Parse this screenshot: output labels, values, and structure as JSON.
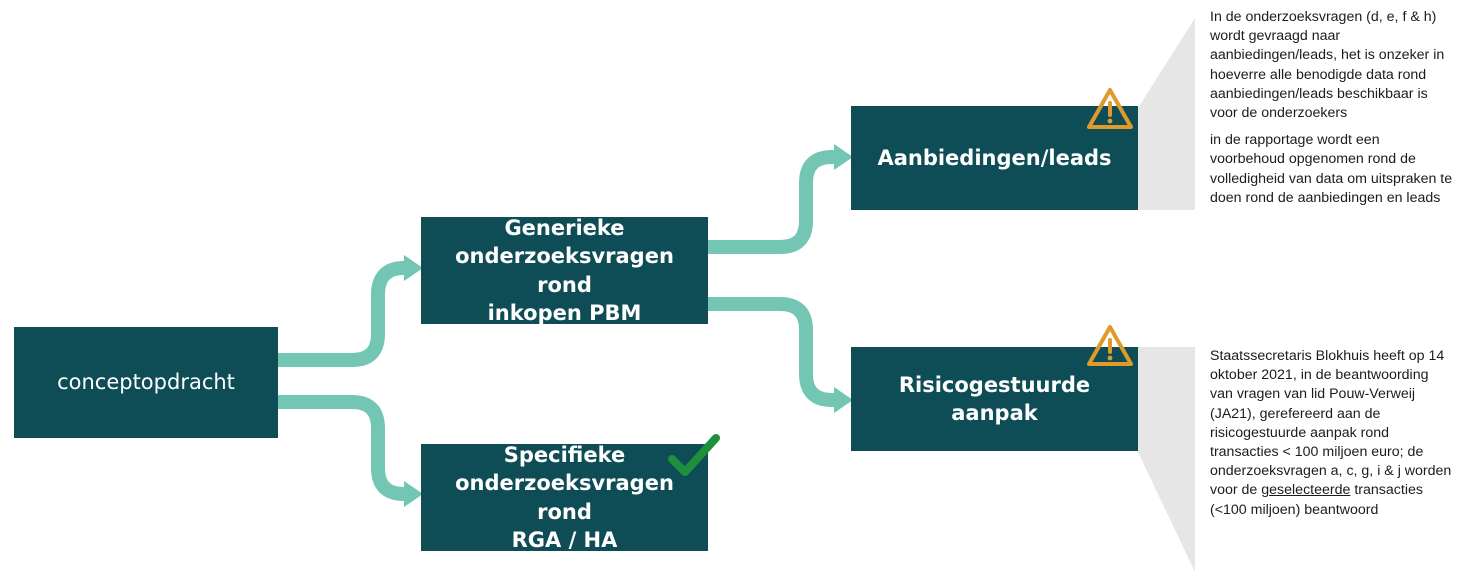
{
  "nodes": {
    "concept": {
      "lines": [
        "conceptopdracht"
      ]
    },
    "generic": {
      "lines": [
        "Generieke",
        "onderzoeksvragen rond",
        "inkopen PBM"
      ]
    },
    "specific": {
      "lines": [
        "Specifieke",
        "onderzoeksvragen rond",
        "RGA / HA"
      ]
    },
    "offers": {
      "lines": [
        "Aanbiedingen/leads"
      ]
    },
    "risk": {
      "lines": [
        "Risicogestuurde aanpak"
      ]
    }
  },
  "notes": {
    "offers": {
      "paragraph1": "In de onderzoeksvragen (d, e, f & h) wordt gevraagd naar aanbiedingen/leads, het is onzeker in hoeverre alle benodigde data rond aanbiedingen/leads beschikbaar is voor de onderzoekers",
      "paragraph2": "in de rapportage wordt een voorbehoud opgenomen rond de volledigheid van data om uitspraken te doen rond de aanbiedingen en leads"
    },
    "risk": {
      "before": "Staatssecretaris Blokhuis heeft op 14 oktober 2021, in de beantwoording van vragen van lid Pouw-Verweij (JA21), gerefereerd aan de risicogestuurde aanpak rond transacties < 100 miljoen euro; de onderzoeksvragen a, c, g, i & j worden voor de ",
      "underlined": "geselecteerde",
      "after": " transacties (<100 miljoen) beantwoord"
    }
  },
  "icons": {
    "warning_offers": "warning-icon",
    "warning_risk": "warning-icon",
    "check_specific": "checkmark-icon"
  },
  "colors": {
    "box": "#0e4d55",
    "connector": "#72c6b3",
    "callout": "#e6e6e6",
    "warning": "#e0992b",
    "check": "#1e8f3c"
  }
}
